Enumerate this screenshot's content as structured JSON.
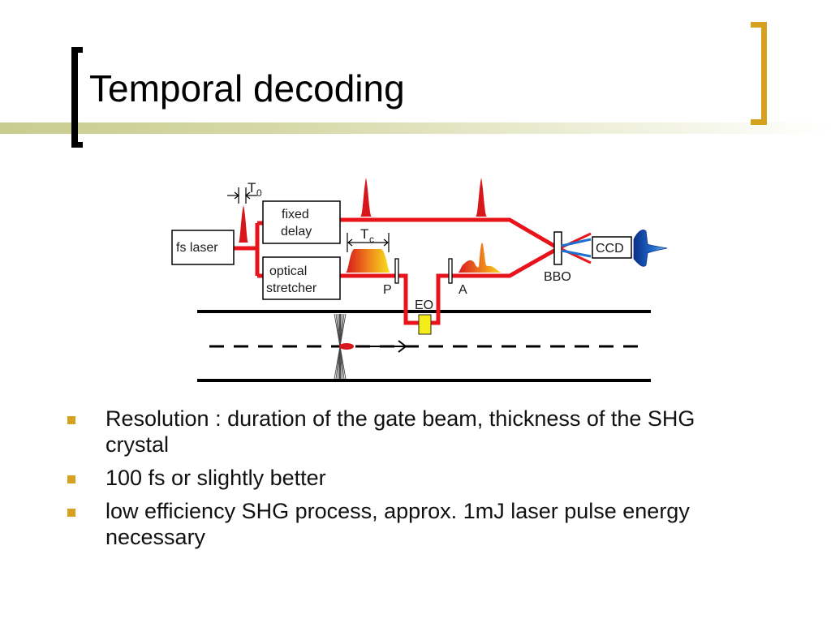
{
  "slide": {
    "title": "Temporal decoding",
    "accent_color": "#d5a11e",
    "bracket_color": "#000000",
    "underline_color": "#c8cc8e"
  },
  "diagram": {
    "labels": {
      "t0": "T",
      "t0_sub": "0",
      "tc": "T",
      "tc_sub": "c",
      "fs_laser": "fs laser",
      "fixed_delay_line1": "fixed",
      "fixed_delay_line2": "delay",
      "optical_stretcher_line1": "optical",
      "optical_stretcher_line2": "stretcher",
      "polarizer": "P",
      "analyzer": "A",
      "eo": "EO",
      "bbo": "BBO",
      "ccd": "CCD"
    },
    "colors": {
      "beam": "#e8141c",
      "pulse": "#d8171c",
      "eo_crystal": "#f3ee1a",
      "ccd_blue": "#1f6fd0",
      "line": "#000000"
    }
  },
  "bullets": [
    {
      "text": "Resolution : duration of the gate beam, thickness of the SHG crystal"
    },
    {
      "text": "100 fs or slightly better"
    },
    {
      "text": "low efficiency SHG process, approx. 1mJ laser pulse energy necessary"
    }
  ]
}
